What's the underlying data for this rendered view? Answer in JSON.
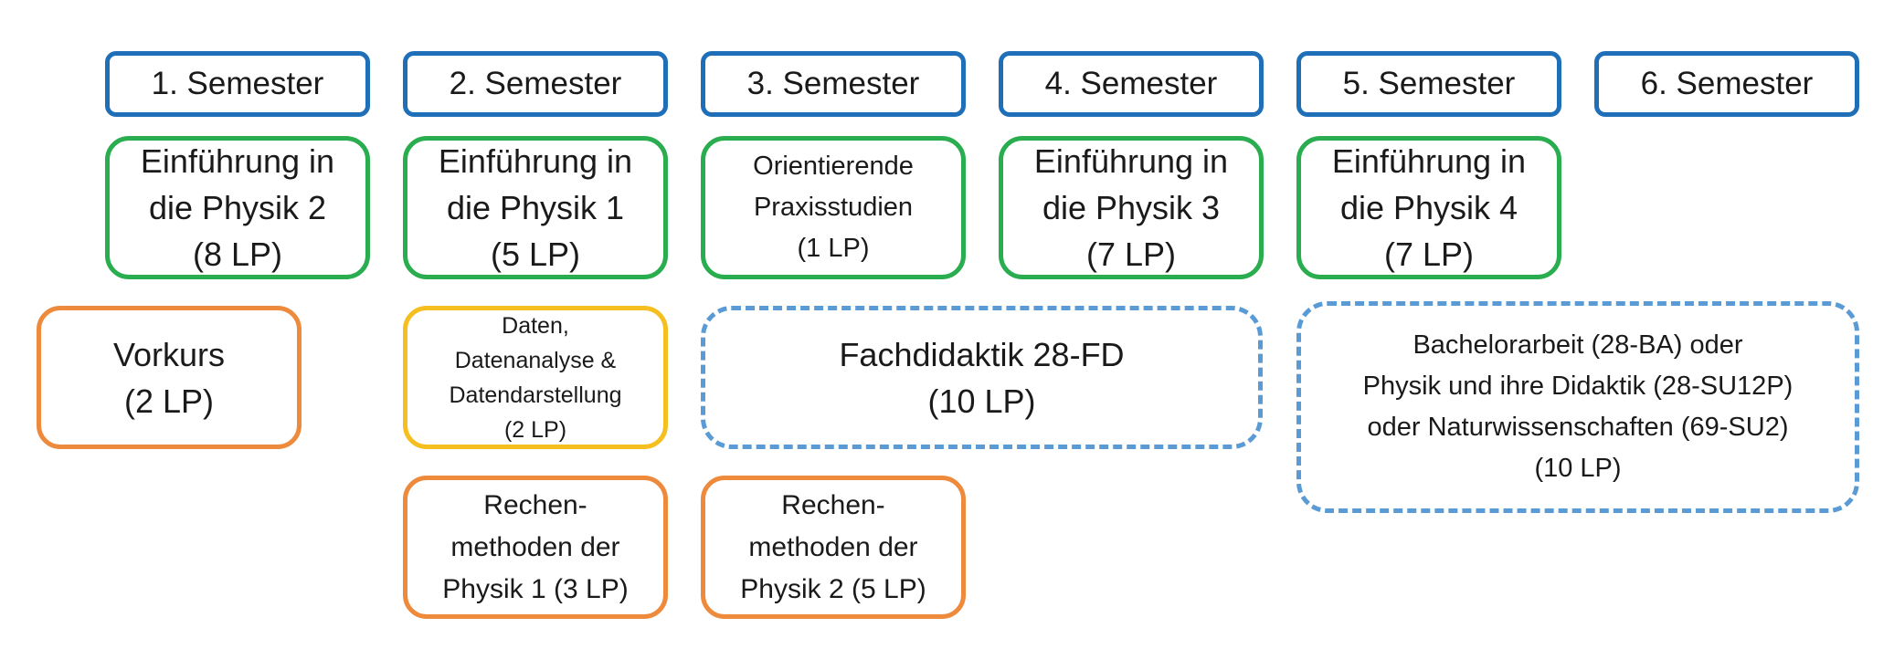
{
  "semesters": [
    {
      "label": "1. Semester"
    },
    {
      "label": "2. Semester"
    },
    {
      "label": "3. Semester"
    },
    {
      "label": "4. Semester"
    },
    {
      "label": "5. Semester"
    },
    {
      "label": "6. Semester"
    }
  ],
  "modules": {
    "physik2": {
      "text": "Einführung in\ndie Physik 2\n(8 LP)"
    },
    "physik1": {
      "text": "Einführung in\ndie Physik 1\n(5 LP)"
    },
    "praxis": {
      "text": "Orientierende\nPraxisstudien\n(1 LP)"
    },
    "physik3": {
      "text": "Einführung in\ndie Physik 3\n(7 LP)"
    },
    "physik4": {
      "text": "Einführung in\ndie Physik 4\n(7 LP)"
    },
    "vorkurs": {
      "text": "Vorkurs\n(2 LP)"
    },
    "daten": {
      "text": "Daten,\nDatenanalyse &\nDatendarstellung\n(2 LP)"
    },
    "fachdidaktik": {
      "text": "Fachdidaktik 28-FD\n(10 LP)"
    },
    "bachelor": {
      "text": "Bachelorarbeit (28-BA) oder\nPhysik und ihre Didaktik (28-SU12P)\noder Naturwissenschaften (69-SU2)\n(10 LP)"
    },
    "rechen1": {
      "text": "Rechen-\nmethoden der\nPhysik 1 (3 LP)"
    },
    "rechen2": {
      "text": "Rechen-\nmethoden der\nPhysik 2 (5 LP)"
    }
  },
  "colors": {
    "semester_border": "#1f6fb8",
    "core_module_border": "#2aad4f",
    "math_module_border": "#ee8a3c",
    "data_module_border": "#f5bf1f",
    "elective_dashed_border": "#5b9bd5"
  }
}
